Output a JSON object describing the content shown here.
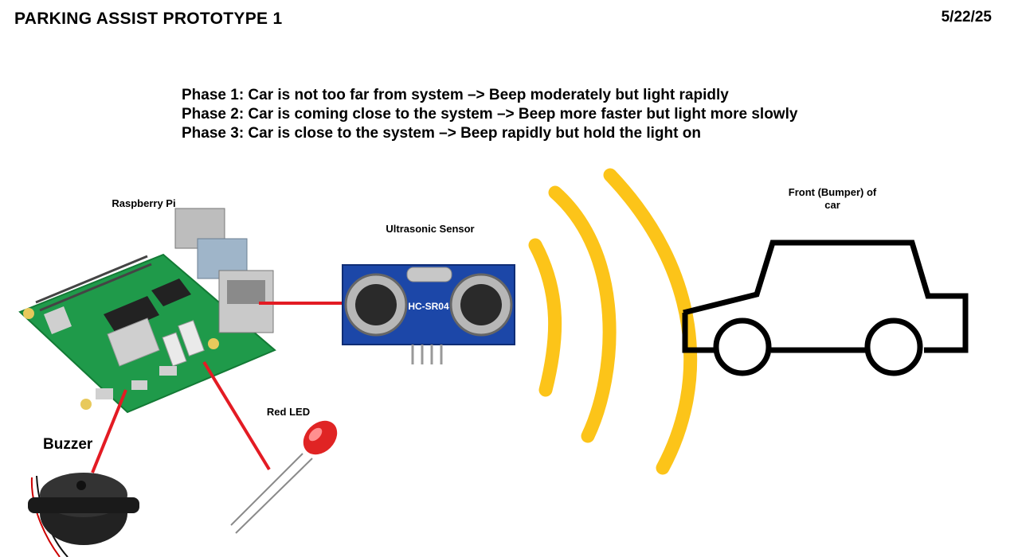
{
  "header": {
    "title": "PARKING ASSIST PROTOTYPE 1",
    "date": "5/22/25"
  },
  "phases": [
    "Phase 1: Car is not too far from system –> Beep moderately but light rapidly",
    "Phase 2: Car is coming close to the system –> Beep more faster but light more slowly",
    "Phase 3: Car is close to the system –> Beep rapidly but hold the light on"
  ],
  "labels": {
    "raspberry_pi": "Raspberry Pi",
    "sensor": "Ultrasonic Sensor",
    "sensor_model": "HC-SR04",
    "red_led": "Red LED",
    "buzzer": "Buzzer",
    "car_line1": "Front (Bumper) of",
    "car_line2": "car"
  },
  "colors": {
    "wire": "#e31b23",
    "wave": "#fcc419",
    "board": "#1f9a4a",
    "sensor_board": "#1c47a8",
    "car_outline": "#000000"
  }
}
